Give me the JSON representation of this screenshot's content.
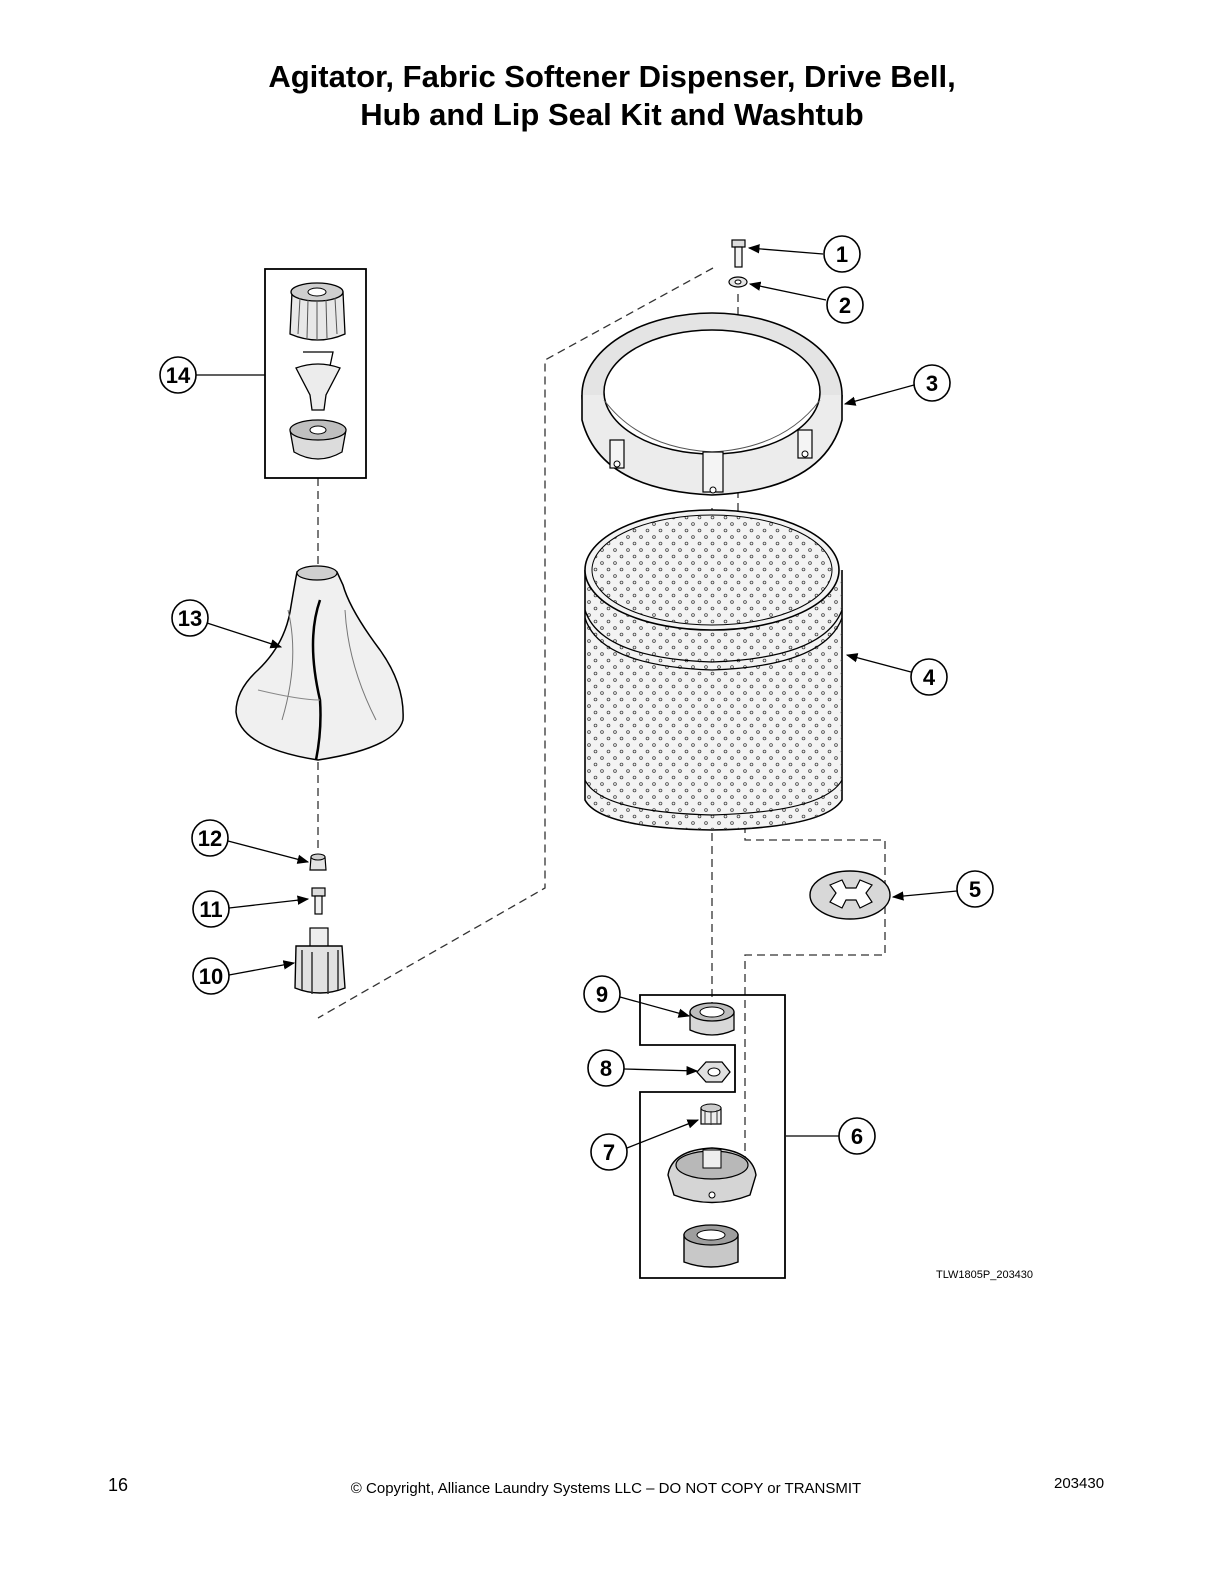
{
  "title": {
    "line1": "Agitator, Fabric Softener Dispenser, Drive Bell,",
    "line2": "Hub and Lip Seal Kit and Washtub"
  },
  "callouts": [
    "1",
    "2",
    "3",
    "4",
    "5",
    "6",
    "7",
    "8",
    "9",
    "10",
    "11",
    "12",
    "13",
    "14"
  ],
  "drawing_id": "TLW1805P_203430",
  "footer": {
    "page_number": "16",
    "copyright": "© Copyright, Alliance Laundry Systems LLC – DO NOT COPY or TRANSMIT",
    "document_number": "203430"
  }
}
